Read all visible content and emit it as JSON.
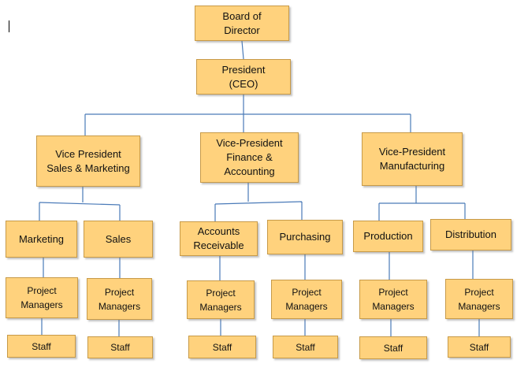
{
  "colors": {
    "box_fill": "#ffd27d",
    "box_border": "#c79a48",
    "connector": "#4a7ab8"
  },
  "nodes": {
    "board": "Board of\nDirector",
    "president": "President\n(CEO)",
    "vp_sales": "Vice President\nSales & Marketing",
    "vp_finance": "Vice-President\nFinance &\nAccounting",
    "vp_manufacturing": "Vice-President\nManufacturing",
    "marketing": "Marketing",
    "sales": "Sales",
    "accounts_receivable": "Accounts\nReceivable",
    "purchasing": "Purchasing",
    "production": "Production",
    "distribution": "Distribution",
    "pm_marketing": "Project\nManagers",
    "pm_sales": "Project\nManagers",
    "pm_accounts": "Project\nManagers",
    "pm_purchasing": "Project\nManagers",
    "pm_production": "Project\nManagers",
    "pm_distribution": "Project\nManagers",
    "staff_marketing": "Staff",
    "staff_sales": "Staff",
    "staff_accounts": "Staff",
    "staff_purchasing": "Staff",
    "staff_production": "Staff",
    "staff_distribution": "Staff"
  }
}
